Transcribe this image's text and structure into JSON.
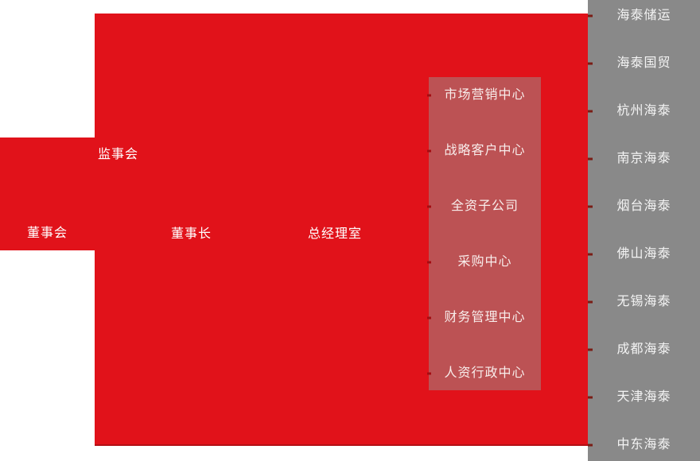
{
  "colors": {
    "primary_red": "#e1121a",
    "muted_red": "#bc5254",
    "column_gray": "#898989",
    "tick_red": "#a30d12",
    "tick_maroon": "#7a1d15",
    "text_on_red": "#ffffff",
    "text_on_pink": "#f8edeb",
    "text_on_gray": "#f4f4f4"
  },
  "org_chart": {
    "board": "董事会",
    "supervisory_board": "监事会",
    "chairman": "董事长",
    "gm_office": "总经理室",
    "centers": [
      "市场营销中心",
      "战略客户中心",
      "全资子公司",
      "采购中心",
      "财务管理中心",
      "人资行政中心"
    ],
    "subsidiaries": [
      "海泰储运",
      "海泰国贸",
      "杭州海泰",
      "南京海泰",
      "烟台海泰",
      "佛山海泰",
      "无锡海泰",
      "成都海泰",
      "天津海泰",
      "中东海泰"
    ]
  }
}
